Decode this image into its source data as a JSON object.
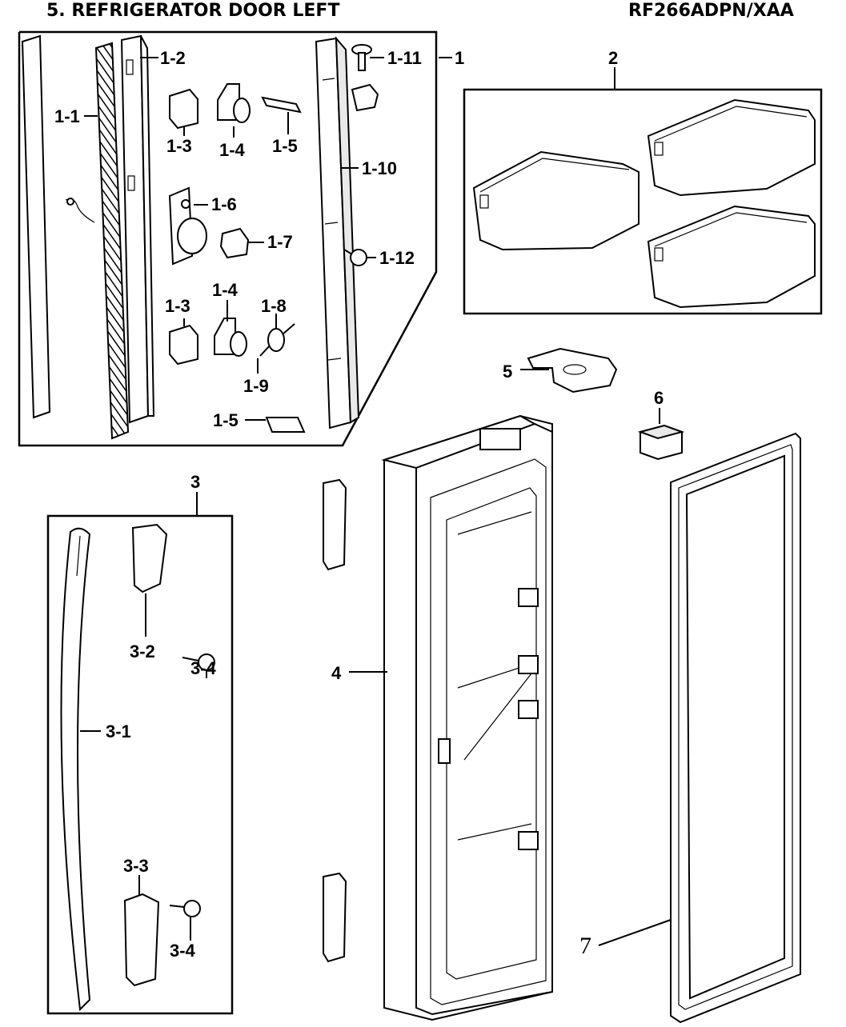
{
  "header": {
    "title": "5. REFRIGERATOR DOOR LEFT",
    "model": "RF266ADPN/XAA"
  },
  "labels": {
    "g1": "1",
    "p1_1": "1-1",
    "p1_2": "1-2",
    "p1_3a": "1-3",
    "p1_3b": "1-3",
    "p1_4a": "1-4",
    "p1_4b": "1-4",
    "p1_5a": "1-5",
    "p1_5b": "1-5",
    "p1_6": "1-6",
    "p1_7": "1-7",
    "p1_8": "1-8",
    "p1_9": "1-9",
    "p1_10": "1-10",
    "p1_11": "1-11",
    "p1_12": "1-12",
    "g2": "2",
    "g3": "3",
    "p3_1": "3-1",
    "p3_2": "3-2",
    "p3_3": "3-3",
    "p3_4a": "3-4",
    "p3_4b": "3-4",
    "p4": "4",
    "p5": "5",
    "p6": "6",
    "p7": "7"
  }
}
